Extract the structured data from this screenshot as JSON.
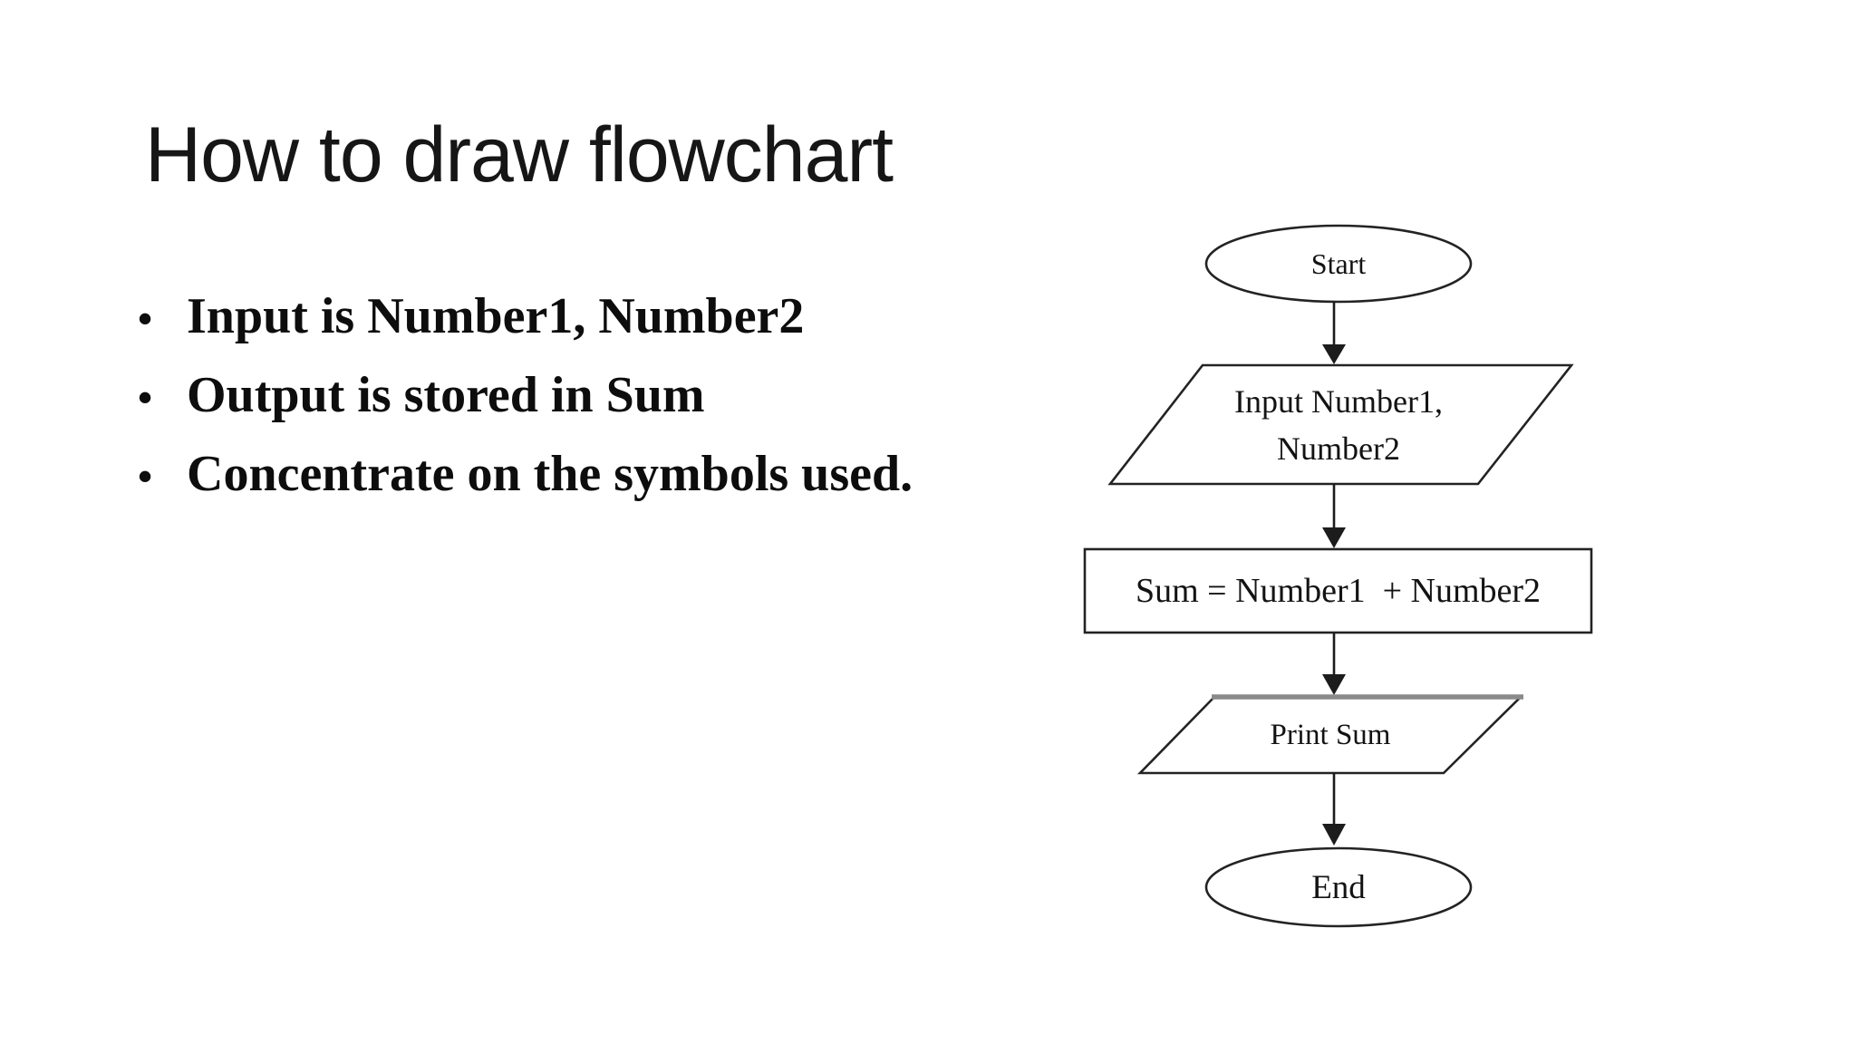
{
  "slide": {
    "title": "How to draw flowchart",
    "bullet_char": "•",
    "bullets": [
      "Input is Number1, Number2",
      "Output is stored in Sum",
      "Concentrate on the symbols used."
    ]
  },
  "flowchart": {
    "nodes": {
      "start": {
        "shape": "terminator-ellipse",
        "label": "Start"
      },
      "input": {
        "shape": "io-parallelogram",
        "label_line1": "Input Number1,",
        "label_line2": "Number2"
      },
      "process": {
        "shape": "process-rectangle",
        "label": "Sum = Number1  + Number2"
      },
      "output": {
        "shape": "io-parallelogram",
        "label": "Print Sum"
      },
      "end": {
        "shape": "terminator-ellipse",
        "label": "End"
      }
    },
    "edges": [
      {
        "from": "start",
        "to": "input"
      },
      {
        "from": "input",
        "to": "process"
      },
      {
        "from": "process",
        "to": "output"
      },
      {
        "from": "output",
        "to": "end"
      }
    ],
    "colors": {
      "stroke": "#232323",
      "fill": "#ffffff",
      "output_top_edge": "#8a8a8a",
      "text": "#131313"
    }
  }
}
